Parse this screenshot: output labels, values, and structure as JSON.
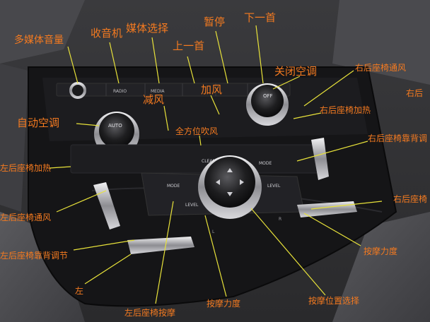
{
  "photo": {
    "button_labels": {
      "radio": "RADIO",
      "media": "MEDIA",
      "auto": "AUTO",
      "off": "OFF",
      "clean_air": "CLEAN AIR",
      "mode_right": "MODE",
      "mode_left": "MODE",
      "level_left": "LEVEL",
      "level_right": "LEVEL",
      "l": "L",
      "r": "R"
    }
  },
  "annotations": {
    "multimedia_volume": "多媒体音量",
    "radio": "收音机",
    "media_select": "媒体选择",
    "prev_track": "上一首",
    "pause": "暂停",
    "next_track": "下一首",
    "ac_off": "关闭空调",
    "rear_right_seat_vent": "右后座椅通风",
    "rear_right_cut": "右后",
    "fan_down": "减风",
    "fan_up": "加风",
    "rear_right_seat_heat": "右后座椅加热",
    "auto_ac": "自动空调",
    "omni_airflow": "全方位吹风",
    "rear_right_backrest": "右后座椅靠背调",
    "rear_left_seat_heat": "左后座椅加热",
    "rear_right_cut2": "右后座椅",
    "rear_left_seat_vent": "左后座椅通风",
    "rear_left_backrest": "左后座椅靠背调节",
    "massage_strength_right": "按摩力度",
    "left_cut": "左",
    "rear_left_massage": "左后座椅按摩",
    "massage_strength": "按摩力度",
    "massage_position": "按摩位置选择"
  },
  "colors": {
    "annotation": "#f47a20",
    "leader": "#e8e23a",
    "panel": "#141416",
    "chrome": "#c9c9cc"
  }
}
